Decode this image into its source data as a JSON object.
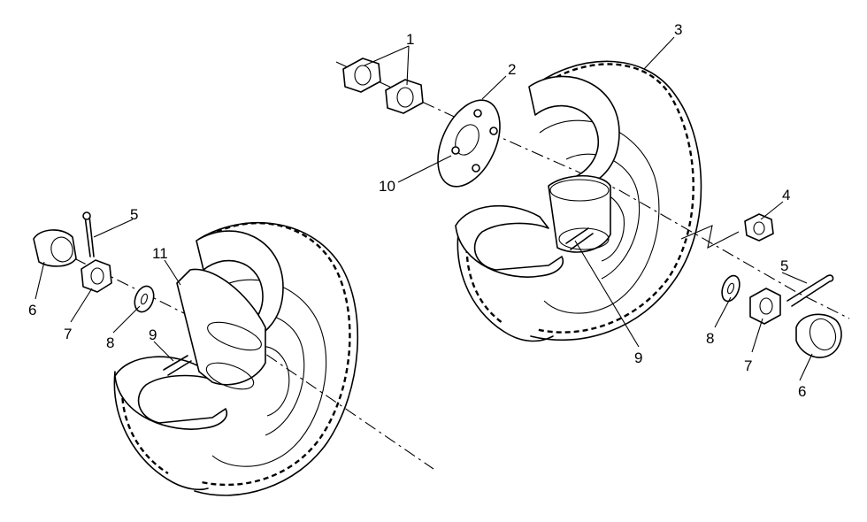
{
  "callouts": [
    {
      "id": "c1",
      "text": "1"
    },
    {
      "id": "c2",
      "text": "2"
    },
    {
      "id": "c3",
      "text": "3"
    },
    {
      "id": "c4",
      "text": "4"
    },
    {
      "id": "c5r",
      "text": "5"
    },
    {
      "id": "c7r",
      "text": "7"
    },
    {
      "id": "c8r",
      "text": "8"
    },
    {
      "id": "c6r",
      "text": "6"
    },
    {
      "id": "c9r",
      "text": "9"
    },
    {
      "id": "c10",
      "text": "10"
    },
    {
      "id": "c5l",
      "text": "5"
    },
    {
      "id": "c11",
      "text": "11"
    },
    {
      "id": "c6l",
      "text": "6"
    },
    {
      "id": "c7l",
      "text": "7"
    },
    {
      "id": "c8l",
      "text": "8"
    },
    {
      "id": "c9l",
      "text": "9"
    }
  ]
}
